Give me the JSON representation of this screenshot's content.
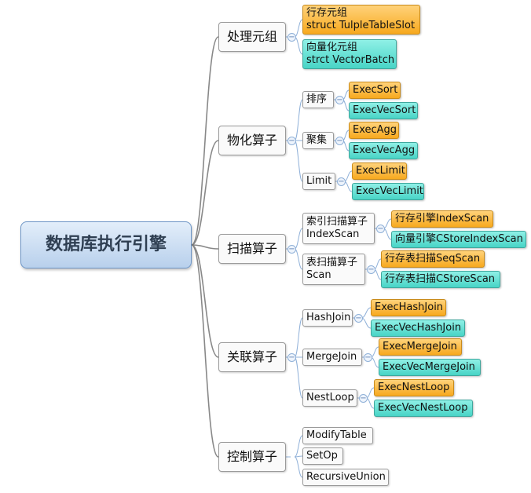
{
  "root": "数据库执行引擎",
  "branches": [
    {
      "label": "处理元组",
      "leaves": [
        {
          "lines": [
            "行存元组",
            "struct TulpleTableSlot"
          ],
          "color": "orange"
        },
        {
          "lines": [
            "向量化元组",
            "strct VectorBatch"
          ],
          "color": "teal"
        }
      ]
    },
    {
      "label": "物化算子",
      "subs": [
        {
          "label": [
            "排序"
          ],
          "leaves": [
            {
              "lines": [
                "ExecSort"
              ],
              "color": "orange"
            },
            {
              "lines": [
                "ExecVecSort"
              ],
              "color": "teal"
            }
          ]
        },
        {
          "label": [
            "聚集"
          ],
          "leaves": [
            {
              "lines": [
                "ExecAgg"
              ],
              "color": "orange"
            },
            {
              "lines": [
                "ExecVecAgg"
              ],
              "color": "teal"
            }
          ]
        },
        {
          "label": [
            "Limit"
          ],
          "leaves": [
            {
              "lines": [
                "ExecLimit"
              ],
              "color": "orange"
            },
            {
              "lines": [
                "ExecVecLimit"
              ],
              "color": "teal"
            }
          ]
        }
      ]
    },
    {
      "label": "扫描算子",
      "subs": [
        {
          "label": [
            "索引扫描算子",
            "IndexScan"
          ],
          "leaves": [
            {
              "lines": [
                "行存引擎IndexScan"
              ],
              "color": "orange"
            },
            {
              "lines": [
                "向量引擎CStoreIndexScan"
              ],
              "color": "teal"
            }
          ]
        },
        {
          "label": [
            "表扫描算子",
            "Scan"
          ],
          "leaves": [
            {
              "lines": [
                "行存表扫描SeqScan"
              ],
              "color": "orange"
            },
            {
              "lines": [
                "行存表扫描CStoreScan"
              ],
              "color": "teal"
            }
          ]
        }
      ]
    },
    {
      "label": "关联算子",
      "subs": [
        {
          "label": [
            "HashJoin"
          ],
          "leaves": [
            {
              "lines": [
                "ExecHashJoin"
              ],
              "color": "orange"
            },
            {
              "lines": [
                "ExecVecHashJoin"
              ],
              "color": "teal"
            }
          ]
        },
        {
          "label": [
            "MergeJoin"
          ],
          "leaves": [
            {
              "lines": [
                "ExecMergeJoin"
              ],
              "color": "orange"
            },
            {
              "lines": [
                "ExecVecMergeJoin"
              ],
              "color": "teal"
            }
          ]
        },
        {
          "label": [
            "NestLoop"
          ],
          "leaves": [
            {
              "lines": [
                "ExecNestLoop"
              ],
              "color": "orange"
            },
            {
              "lines": [
                "ExecVecNestLoop"
              ],
              "color": "teal"
            }
          ]
        }
      ]
    },
    {
      "label": "控制算子",
      "subs": [
        {
          "label": [
            "ModifyTable"
          ]
        },
        {
          "label": [
            "SetOp"
          ]
        },
        {
          "label": [
            "RecursiveUnion"
          ]
        }
      ]
    }
  ],
  "toggle_symbol": "−"
}
